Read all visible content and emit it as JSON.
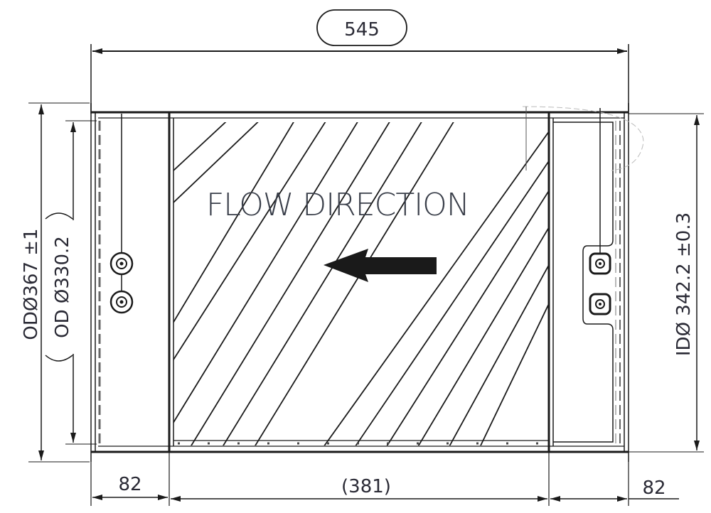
{
  "drawing": {
    "type": "technical-drawing",
    "subject": "DPF / catalyst cylindrical housing side view",
    "colors": {
      "line": "#1a1a1a",
      "text": "#2a2a35",
      "background": "#ffffff"
    }
  },
  "dimensions": {
    "overall_length": {
      "value": "545",
      "style": "reference-box"
    },
    "left_end_length": {
      "value": "82"
    },
    "middle_length": {
      "value": "(381)"
    },
    "right_end_length": {
      "value": "82"
    },
    "outer_diameter_flange": {
      "prefix": "OD",
      "symbol": "Ø",
      "value": "367",
      "tolerance": "±1",
      "text": "ODØ367 ±1"
    },
    "outer_diameter_body": {
      "prefix": "OD",
      "symbol": "Ø",
      "value": "330.2",
      "text": "(OD Ø330.2)",
      "inner": "OD  Ø330.2"
    },
    "inner_diameter": {
      "prefix": "ID",
      "symbol": "Ø",
      "value": "342.2",
      "tolerance": "±0.3",
      "text": "IDØ 342.2 ±0.3"
    }
  },
  "annotations": {
    "flow_label": "FLOW DIRECTION",
    "flow_arrow": "arrow-left-icon",
    "flow_direction": "left"
  },
  "features": {
    "left_sensor_bosses": 2,
    "right_sensor_bosses": 2,
    "hatched_section": "substrate"
  }
}
